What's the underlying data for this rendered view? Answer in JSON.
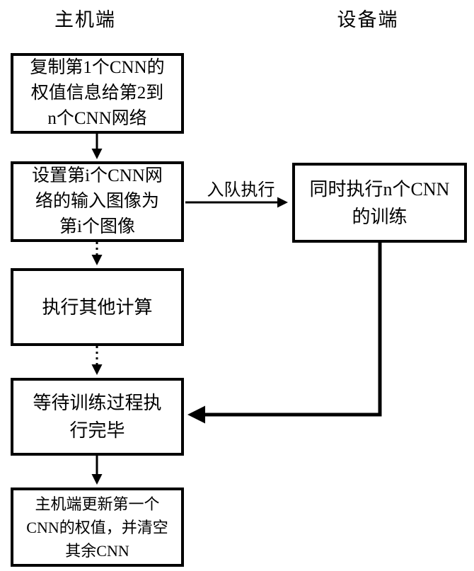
{
  "headers": {
    "host": "主机端",
    "device": "设备端"
  },
  "nodes": {
    "copy_weights": "复制第1个CNN的\n权值信息给第2到\nn个CNN网络",
    "set_input": "设置第i个CNN网\n络的输入图像为\n第i个图像",
    "other_compute": "执行其他计算",
    "wait_training": "等待训练过程执\n行完毕",
    "update_weights": "主机端更新第一个\nCNN的权值，并清空\n其余CNN",
    "device_train": "同时执行n个CNN\n的训练"
  },
  "edge_labels": {
    "enqueue": "入队执行"
  },
  "colors": {
    "line": "#000000",
    "background": "#ffffff"
  }
}
